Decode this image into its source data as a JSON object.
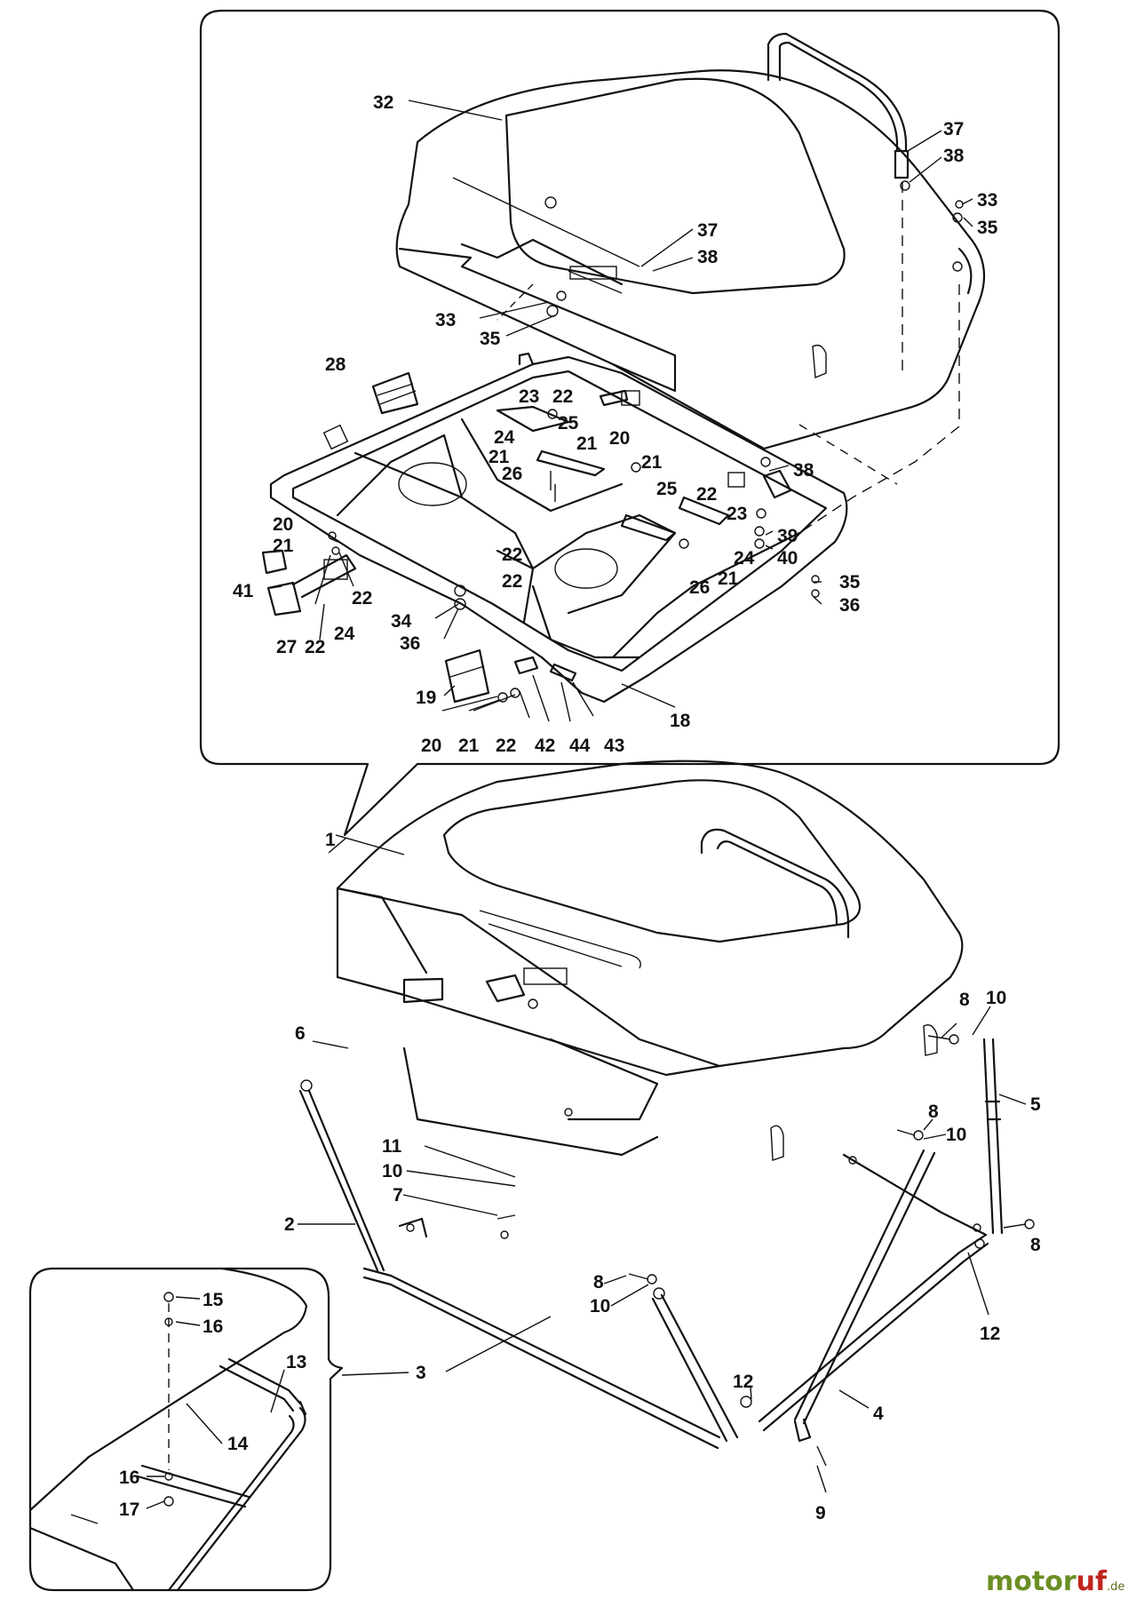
{
  "callouts": {
    "top": [
      "32",
      "37",
      "38",
      "33",
      "35",
      "37",
      "38",
      "33",
      "35",
      "28",
      "23",
      "22",
      "25",
      "21",
      "20",
      "24",
      "21",
      "26",
      "21",
      "25",
      "22",
      "23",
      "38",
      "39",
      "40",
      "24",
      "26",
      "21",
      "20",
      "21",
      "22",
      "41",
      "27",
      "22",
      "24",
      "22",
      "22",
      "34",
      "36",
      "35",
      "36",
      "19",
      "20",
      "21",
      "22",
      "42",
      "44",
      "43",
      "18"
    ],
    "bottom": [
      "1",
      "6",
      "8",
      "10",
      "5",
      "8",
      "10",
      "11",
      "10",
      "7",
      "2",
      "8",
      "10",
      "12",
      "12",
      "4",
      "9",
      "3"
    ],
    "inset": [
      "15",
      "16",
      "13",
      "14",
      "16",
      "17"
    ]
  },
  "watermark": {
    "brand_green": "motor",
    "brand_red": "uf",
    "suffix": ".de",
    "color_green": "#6b8e23",
    "color_red": "#c0261d"
  }
}
